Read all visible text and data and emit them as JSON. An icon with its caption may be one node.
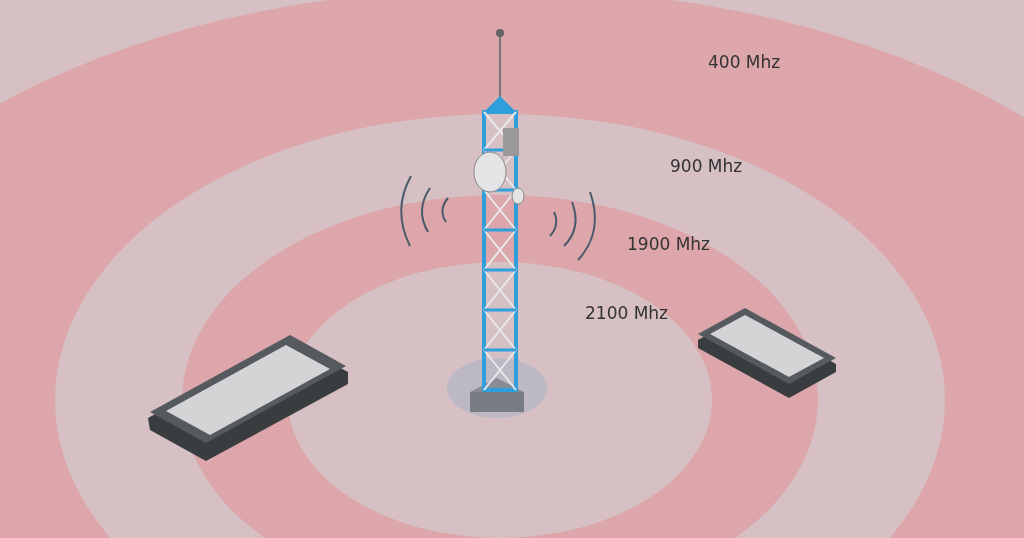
{
  "diagram": {
    "labels": [
      "400 Mhz",
      "900 Mhz",
      "1900 Mhz",
      "2100 Mhz"
    ]
  }
}
